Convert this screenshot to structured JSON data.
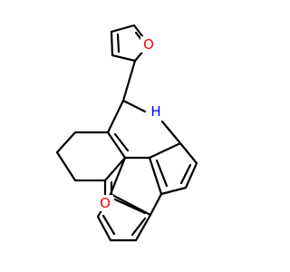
{
  "molecule": {
    "atoms": {
      "furan_oxygen": {
        "label": "O",
        "color": "#ff0000"
      },
      "amine_nitrogen": {
        "label": "H",
        "color": "#0000ff"
      },
      "ketone_oxygen": {
        "label": "O",
        "color": "#ff0000"
      }
    },
    "bond_color": "#000000",
    "background": "#ffffff"
  }
}
